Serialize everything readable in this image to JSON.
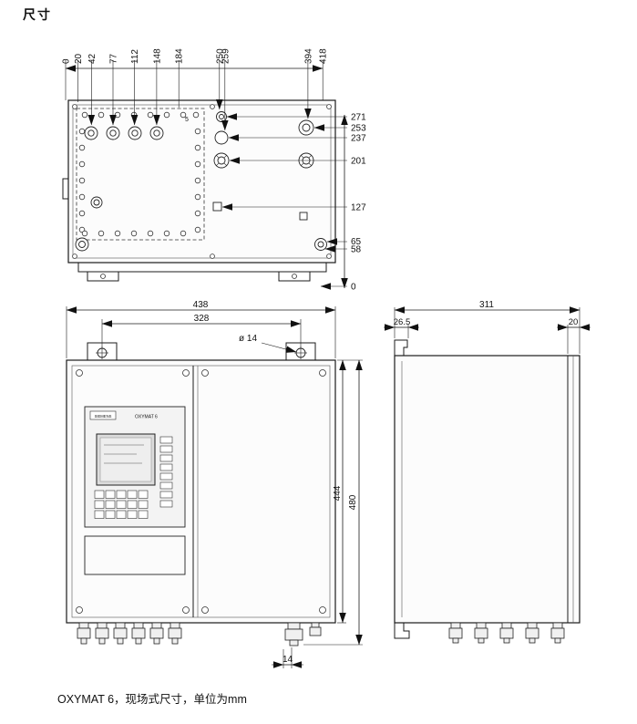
{
  "page": {
    "title": "尺寸",
    "caption": "OXYMAT 6，现场式尺寸，单位为mm"
  },
  "top_view": {
    "x_dims": [
      "0",
      "20",
      "42",
      "77",
      "112",
      "148",
      "184",
      "250",
      "259",
      "394",
      "418"
    ],
    "y_dims": [
      "271",
      "253",
      "237",
      "201",
      "127",
      "65",
      "58",
      "0"
    ],
    "note": "5"
  },
  "front_view": {
    "dim_width_outer": "438",
    "dim_width_holes": "328",
    "dim_hole_dia": "ø 14",
    "dim_height_body": "444",
    "dim_height_total": "480",
    "dim_bottom_offset": "14",
    "brand": "SIEMENS",
    "model": "OXYMAT 6"
  },
  "side_view": {
    "dim_depth": "311",
    "dim_front_offset": "26.5",
    "dim_rear_offset": "20"
  }
}
